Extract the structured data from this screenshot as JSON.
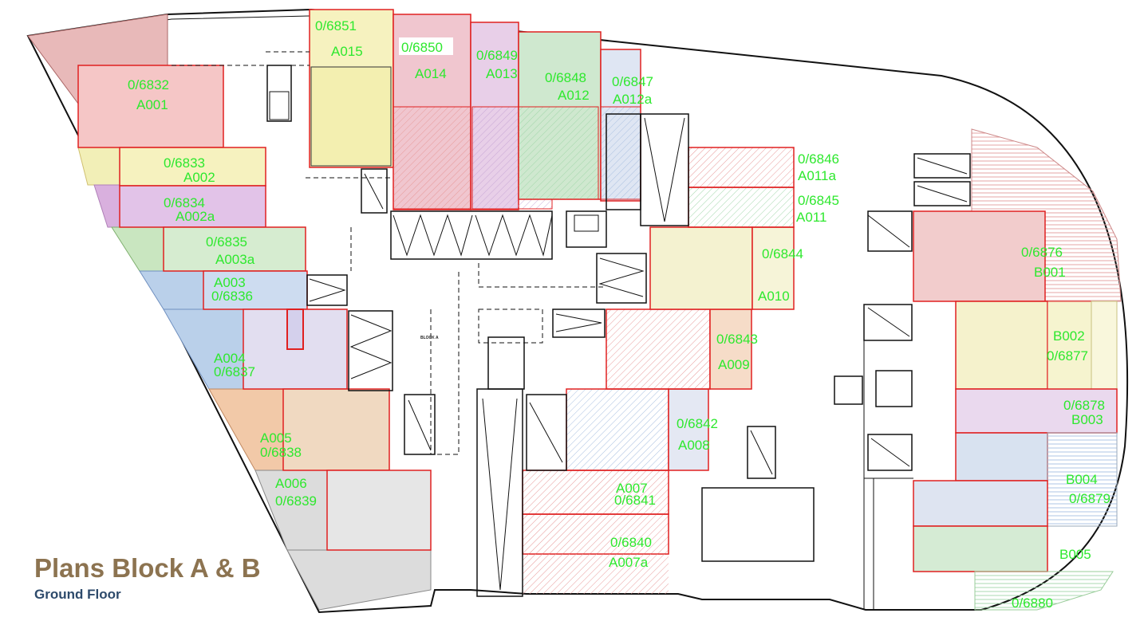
{
  "title": "Plans Block A & B",
  "subtitle": "Ground Floor",
  "block_label": "BLOCK A",
  "colors": {
    "unit_outline": "#e02020",
    "wall": "#111111",
    "label_text": "#2ee82e",
    "title": "#8c7350",
    "subtitle": "#2d4a6b"
  },
  "units": [
    {
      "id": "A015",
      "ref": "0/6851"
    },
    {
      "id": "A014",
      "ref": "0/6850"
    },
    {
      "id": "A013",
      "ref": "0/6849"
    },
    {
      "id": "A012",
      "ref": "0/6848"
    },
    {
      "id": "A012a",
      "ref": "0/6847"
    },
    {
      "id": "A001",
      "ref": "0/6832"
    },
    {
      "id": "A002",
      "ref": "0/6833"
    },
    {
      "id": "A002a",
      "ref": "0/6834"
    },
    {
      "id": "A003a",
      "ref": "0/6835"
    },
    {
      "id": "A003",
      "ref": "0/6836"
    },
    {
      "id": "A004",
      "ref": "0/6837"
    },
    {
      "id": "A005",
      "ref": "0/6838"
    },
    {
      "id": "A006",
      "ref": "0/6839"
    },
    {
      "id": "A007a",
      "ref": "0/6840"
    },
    {
      "id": "A007",
      "ref": "0/6841"
    },
    {
      "id": "A008",
      "ref": "0/6842"
    },
    {
      "id": "A009",
      "ref": "0/6843"
    },
    {
      "id": "A010",
      "ref": "0/6844"
    },
    {
      "id": "A011",
      "ref": "0/6845"
    },
    {
      "id": "A011a",
      "ref": "0/6846"
    },
    {
      "id": "B001",
      "ref": "0/6876"
    },
    {
      "id": "B002",
      "ref": "0/6877"
    },
    {
      "id": "B003",
      "ref": "0/6878"
    },
    {
      "id": "B004",
      "ref": "0/6879"
    },
    {
      "id": "B005",
      "ref": "0/6880"
    }
  ]
}
